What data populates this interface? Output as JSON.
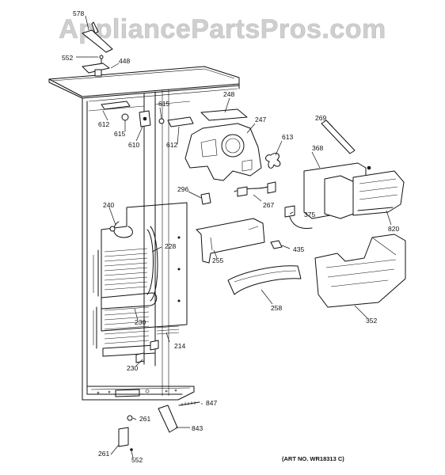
{
  "watermark": "AppliancePartsPros.com",
  "art_number": "(ART NO. WR18313 C)",
  "callouts": {
    "c578": "578",
    "c552a": "552",
    "c448": "448",
    "c248": "248",
    "c615a": "615",
    "c615b": "615",
    "c612a": "612",
    "c610": "610",
    "c612b": "612",
    "c247": "247",
    "c269": "269",
    "c613": "613",
    "c368": "368",
    "c296": "296",
    "c267": "267",
    "c375": "375",
    "c820": "820",
    "c240": "240",
    "c228": "228",
    "c255": "255",
    "c435": "435",
    "c258": "258",
    "c352": "352",
    "c230a": "230",
    "c214": "214",
    "c230b": "230",
    "c847": "847",
    "c261a": "261",
    "c843": "843",
    "c261b": "261",
    "c552b": "552"
  }
}
